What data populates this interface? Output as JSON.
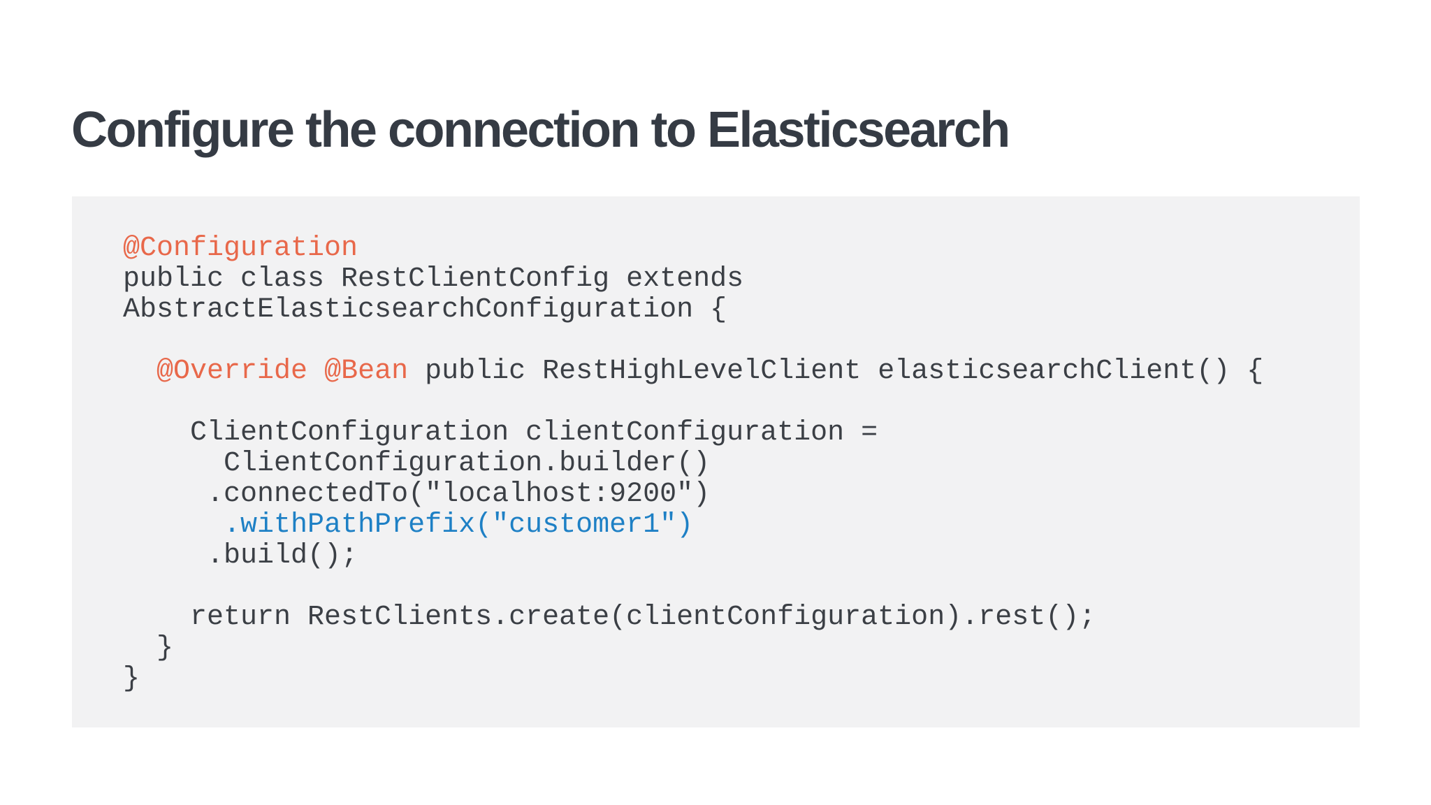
{
  "title": "Configure the connection to Elasticsearch",
  "colors": {
    "page_background": "#ffffff",
    "title_text": "#353b44",
    "code_background": "#f2f2f3",
    "code_text": "#3b3f45",
    "annotation_orange": "#e8684a",
    "highlight_blue": "#1e80c5"
  },
  "code_block": {
    "language": "java",
    "lines": [
      [
        {
          "t": "@Configuration",
          "c": "annotation"
        }
      ],
      [
        {
          "t": "public class RestClientConfig extends",
          "c": "plain"
        }
      ],
      [
        {
          "t": "AbstractElasticsearchConfiguration {",
          "c": "plain"
        }
      ],
      [],
      [
        {
          "t": "  ",
          "c": "plain"
        },
        {
          "t": "@Override",
          "c": "annotation"
        },
        {
          "t": " ",
          "c": "plain"
        },
        {
          "t": "@Bean",
          "c": "annotation"
        },
        {
          "t": " public RestHighLevelClient elasticsearchClient() {",
          "c": "plain"
        }
      ],
      [],
      [
        {
          "t": "    ClientConfiguration clientConfiguration =",
          "c": "plain"
        }
      ],
      [
        {
          "t": "      ClientConfiguration.builder()",
          "c": "plain"
        }
      ],
      [
        {
          "t": "     .connectedTo(\"localhost:9200\")",
          "c": "plain"
        }
      ],
      [
        {
          "t": "      .withPathPrefix(\"customer1\")",
          "c": "highlight"
        }
      ],
      [
        {
          "t": "     .build();",
          "c": "plain"
        }
      ],
      [],
      [
        {
          "t": "    return RestClients.create(clientConfiguration).rest();",
          "c": "plain"
        }
      ],
      [
        {
          "t": "  }",
          "c": "plain"
        }
      ],
      [
        {
          "t": "}",
          "c": "plain"
        }
      ]
    ]
  }
}
